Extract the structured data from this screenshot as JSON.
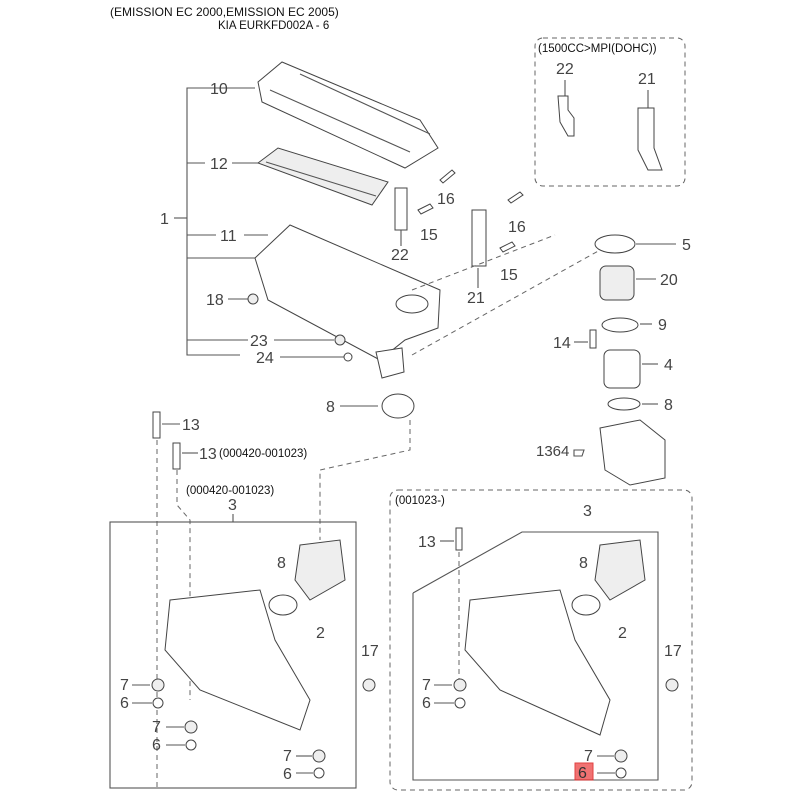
{
  "header": {
    "emission": "(EMISSION EC 2000,EMISSION EC 2005)",
    "code": "KIA EURKFD002A - 6"
  },
  "boxes": {
    "mpi_note": "(1500CC>MPI(DOHC))",
    "left_variant": "(000420-001023)",
    "right_variant": "(001023-)",
    "bolt13_variant": "(000420-001023)"
  },
  "labels": {
    "p1": "1",
    "p10": "10",
    "p12": "12",
    "p11": "11",
    "p18": "18",
    "p23": "23",
    "p24": "24",
    "p16a": "16",
    "p15a": "15",
    "p22a": "22",
    "p16b": "16",
    "p15b": "15",
    "p21a": "21",
    "p22b": "22",
    "p21b": "21",
    "p5": "5",
    "p20": "20",
    "p9": "9",
    "p14": "14",
    "p4": "4",
    "p8a": "8",
    "p1364": "1364",
    "p13a": "13",
    "p13b": "13",
    "p8b": "8",
    "L3": "3",
    "L8": "8",
    "L2": "2",
    "L17": "17",
    "L7a": "7",
    "L6a": "6",
    "L7b": "7",
    "L6b": "6",
    "L7c": "7",
    "L6c": "6",
    "R3": "3",
    "R13": "13",
    "R8": "8",
    "R2": "2",
    "R17": "17",
    "R7a": "7",
    "R6a": "6",
    "R7b": "7",
    "R6b": "6"
  },
  "highlight": {
    "label": "6",
    "color": "#ee5a5a"
  }
}
